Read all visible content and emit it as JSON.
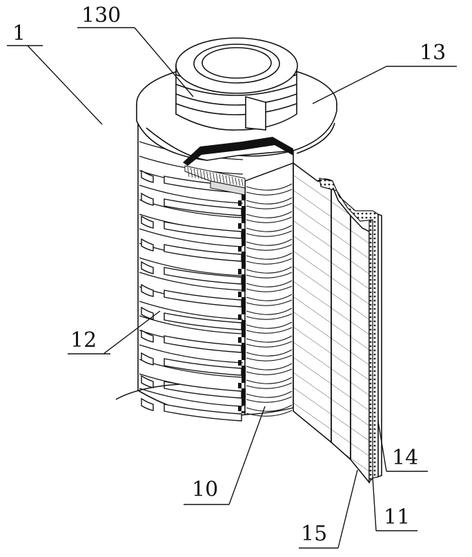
{
  "figure": {
    "labels": {
      "l1": "1",
      "l130": "130",
      "l13": "13",
      "l12": "12",
      "l10": "10",
      "l14": "14",
      "l11": "11",
      "l15": "15"
    }
  }
}
